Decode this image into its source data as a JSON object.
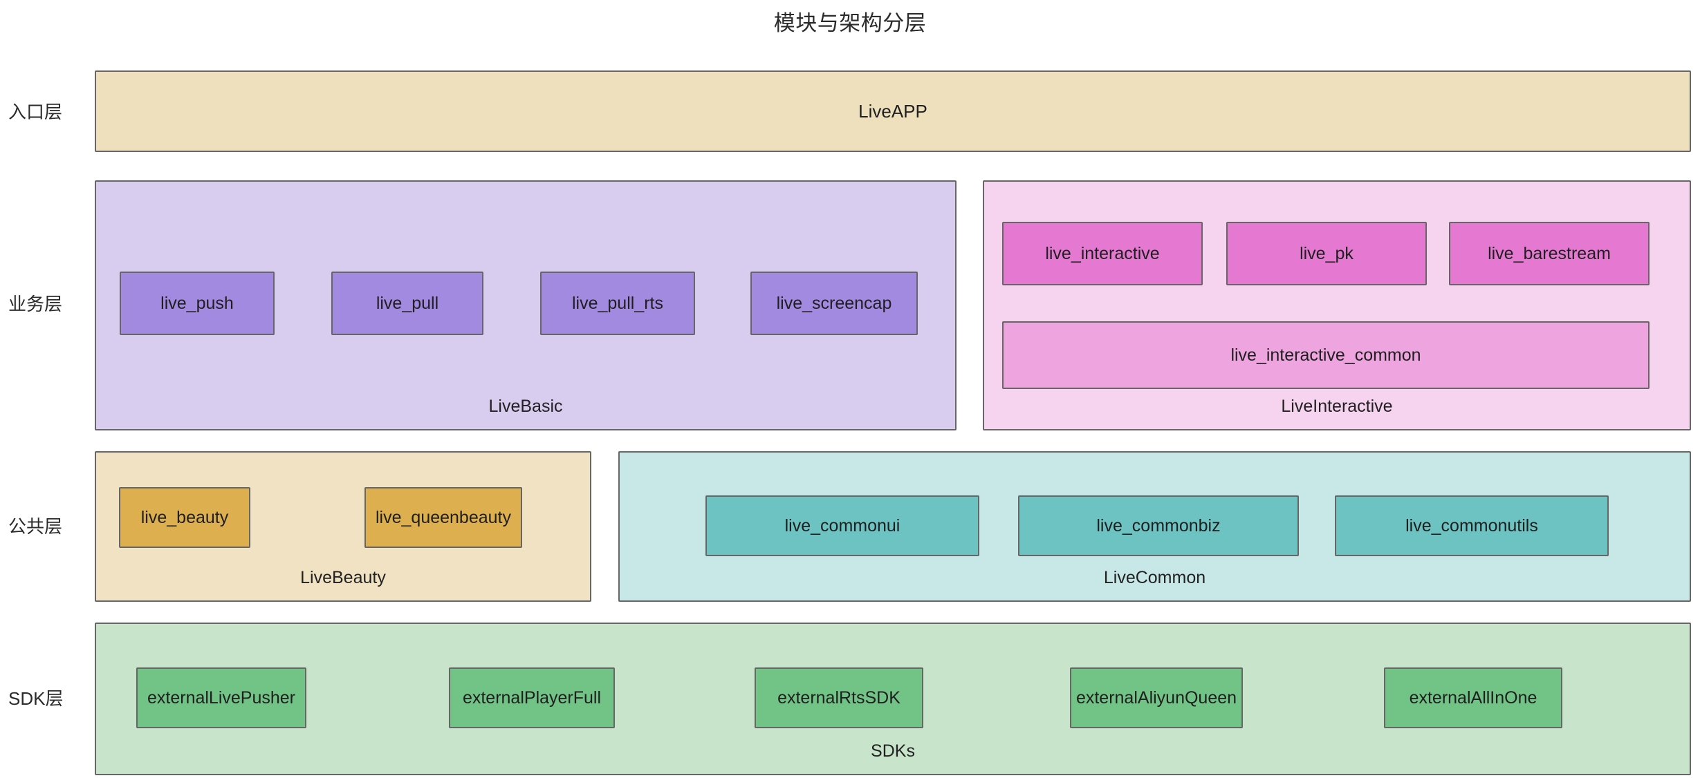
{
  "title": "模块与架构分层",
  "layers": [
    {
      "label": "入口层",
      "groups": [
        {
          "name": "LiveAPP",
          "show_group_label": false,
          "modules": []
        }
      ]
    },
    {
      "label": "业务层",
      "groups": [
        {
          "name": "LiveBasic",
          "show_group_label": true,
          "modules": [
            "live_push",
            "live_pull",
            "live_pull_rts",
            "live_screencap"
          ]
        },
        {
          "name": "LiveInteractive",
          "show_group_label": true,
          "modules": [
            "live_interactive",
            "live_pk",
            "live_barestream",
            "live_interactive_common"
          ]
        }
      ]
    },
    {
      "label": "公共层",
      "groups": [
        {
          "name": "LiveBeauty",
          "show_group_label": true,
          "modules": [
            "live_beauty",
            "live_queenbeauty"
          ]
        },
        {
          "name": "LiveCommon",
          "show_group_label": true,
          "modules": [
            "live_commonui",
            "live_commonbiz",
            "live_commonutils"
          ]
        }
      ]
    },
    {
      "label": "SDK层",
      "groups": [
        {
          "name": "SDKs",
          "show_group_label": true,
          "modules": [
            "externalLivePusher",
            "externalPlayerFull",
            "externalRtsSDK",
            "externalAliyunQueen",
            "externalAllInOne"
          ]
        }
      ]
    }
  ],
  "colors": {
    "background": "#ffffff",
    "border": "#666666",
    "text": "#1f1f1f",
    "entry_group": "#eee0bd",
    "basic_group": "#d8cdef",
    "basic_module": "#a28ae0",
    "interactive_group": "#f6d3ef",
    "interactive_module": "#e579d2",
    "interactive_sub_module": "#eea4de",
    "beauty_group": "#f0e2c2",
    "beauty_module": "#ddaf4f",
    "common_group": "#c7e8e7",
    "common_module": "#6cc3c1",
    "sdk_group": "#c8e5cc",
    "sdk_module": "#72c486"
  }
}
